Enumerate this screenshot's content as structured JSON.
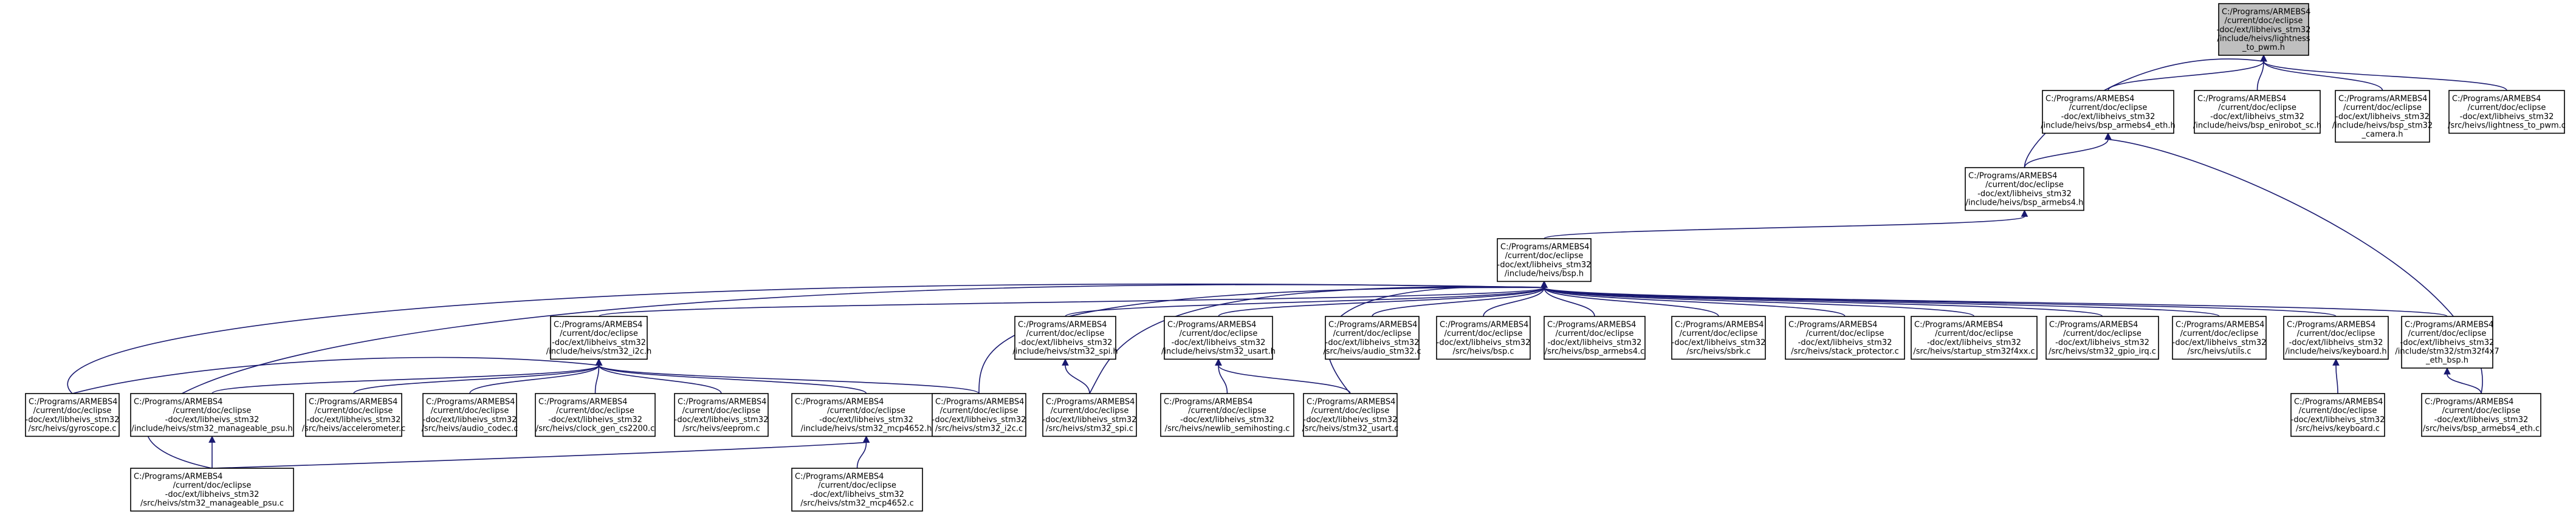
{
  "nodes": [
    {
      "id": "lightness",
      "lines": [
        "C:/Programs/ARMEBS4",
        "/current/doc/eclipse",
        "-doc/ext/libheivs_stm32",
        "/include/heivs/lightness",
        "_to_pwm.h"
      ],
      "highlight": true
    },
    {
      "id": "bsp_armebs4_eth_h",
      "lines": [
        "C:/Programs/ARMEBS4",
        "/current/doc/eclipse",
        "-doc/ext/libheivs_stm32",
        "/include/heivs/bsp_armebs4_eth.h"
      ]
    },
    {
      "id": "bsp_enirobot_sc_h",
      "lines": [
        "C:/Programs/ARMEBS4",
        "/current/doc/eclipse",
        "-doc/ext/libheivs_stm32",
        "/include/heivs/bsp_enirobot_sc.h"
      ]
    },
    {
      "id": "bsp_stm32_camera_h",
      "lines": [
        "C:/Programs/ARMEBS4",
        "/current/doc/eclipse",
        "-doc/ext/libheivs_stm32",
        "/include/heivs/bsp_stm32",
        "_camera.h"
      ]
    },
    {
      "id": "lightness_c",
      "lines": [
        "C:/Programs/ARMEBS4",
        "/current/doc/eclipse",
        "-doc/ext/libheivs_stm32",
        "/src/heivs/lightness_to_pwm.c"
      ]
    },
    {
      "id": "bsp_armebs4_h",
      "lines": [
        "C:/Programs/ARMEBS4",
        "/current/doc/eclipse",
        "-doc/ext/libheivs_stm32",
        "/include/heivs/bsp_armebs4.h"
      ]
    },
    {
      "id": "bsp_h",
      "lines": [
        "C:/Programs/ARMEBS4",
        "/current/doc/eclipse",
        "-doc/ext/libheivs_stm32",
        "/include/heivs/bsp.h"
      ]
    },
    {
      "id": "stm32_i2c_h",
      "lines": [
        "C:/Programs/ARMEBS4",
        "/current/doc/eclipse",
        "-doc/ext/libheivs_stm32",
        "/include/heivs/stm32_i2c.h"
      ]
    },
    {
      "id": "stm32_spi_h",
      "lines": [
        "C:/Programs/ARMEBS4",
        "/current/doc/eclipse",
        "-doc/ext/libheivs_stm32",
        "/include/heivs/stm32_spi.h"
      ]
    },
    {
      "id": "stm32_usart_h",
      "lines": [
        "C:/Programs/ARMEBS4",
        "/current/doc/eclipse",
        "-doc/ext/libheivs_stm32",
        "/include/heivs/stm32_usart.h"
      ]
    },
    {
      "id": "audio_stm32_c",
      "lines": [
        "C:/Programs/ARMEBS4",
        "/current/doc/eclipse",
        "-doc/ext/libheivs_stm32",
        "/src/heivs/audio_stm32.c"
      ]
    },
    {
      "id": "bsp_c",
      "lines": [
        "C:/Programs/ARMEBS4",
        "/current/doc/eclipse",
        "-doc/ext/libheivs_stm32",
        "/src/heivs/bsp.c"
      ]
    },
    {
      "id": "bsp_armebs4_c",
      "lines": [
        "C:/Programs/ARMEBS4",
        "/current/doc/eclipse",
        "-doc/ext/libheivs_stm32",
        "/src/heivs/bsp_armebs4.c"
      ]
    },
    {
      "id": "sbrk_c",
      "lines": [
        "C:/Programs/ARMEBS4",
        "/current/doc/eclipse",
        "-doc/ext/libheivs_stm32",
        "/src/heivs/sbrk.c"
      ]
    },
    {
      "id": "stack_protector_c",
      "lines": [
        "C:/Programs/ARMEBS4",
        "/current/doc/eclipse",
        "-doc/ext/libheivs_stm32",
        "/src/heivs/stack_protector.c"
      ]
    },
    {
      "id": "startup_c",
      "lines": [
        "C:/Programs/ARMEBS4",
        "/current/doc/eclipse",
        "-doc/ext/libheivs_stm32",
        "/src/heivs/startup_stm32f4xx.c"
      ]
    },
    {
      "id": "gpio_irq_c",
      "lines": [
        "C:/Programs/ARMEBS4",
        "/current/doc/eclipse",
        "-doc/ext/libheivs_stm32",
        "/src/heivs/stm32_gpio_irq.c"
      ]
    },
    {
      "id": "utils_c",
      "lines": [
        "C:/Programs/ARMEBS4",
        "/current/doc/eclipse",
        "-doc/ext/libheivs_stm32",
        "/src/heivs/utils.c"
      ]
    },
    {
      "id": "keyboard_h",
      "lines": [
        "C:/Programs/ARMEBS4",
        "/current/doc/eclipse",
        "-doc/ext/libheivs_stm32",
        "/include/heivs/keyboard.h"
      ]
    },
    {
      "id": "stm32f4x7_eth_bsp_h",
      "lines": [
        "C:/Programs/ARMEBS4",
        "/current/doc/eclipse",
        "-doc/ext/libheivs_stm32",
        "/include/stm32/stm32f4x7",
        "_eth_bsp.h"
      ]
    },
    {
      "id": "gyroscope_c",
      "lines": [
        "C:/Programs/ARMEBS4",
        "/current/doc/eclipse",
        "-doc/ext/libheivs_stm32",
        "/src/heivs/gyroscope.c"
      ]
    },
    {
      "id": "manageable_psu_h",
      "lines": [
        "C:/Programs/ARMEBS4",
        "/current/doc/eclipse",
        "-doc/ext/libheivs_stm32",
        "/include/heivs/stm32_manageable_psu.h"
      ]
    },
    {
      "id": "accelerometer_c",
      "lines": [
        "C:/Programs/ARMEBS4",
        "/current/doc/eclipse",
        "-doc/ext/libheivs_stm32",
        "/src/heivs/accelerometer.c"
      ]
    },
    {
      "id": "audio_codec_c",
      "lines": [
        "C:/Programs/ARMEBS4",
        "/current/doc/eclipse",
        "-doc/ext/libheivs_stm32",
        "/src/heivs/audio_codec.c"
      ]
    },
    {
      "id": "clock_gen_c",
      "lines": [
        "C:/Programs/ARMEBS4",
        "/current/doc/eclipse",
        "-doc/ext/libheivs_stm32",
        "/src/heivs/clock_gen_cs2200.c"
      ]
    },
    {
      "id": "eeprom_c",
      "lines": [
        "C:/Programs/ARMEBS4",
        "/current/doc/eclipse",
        "-doc/ext/libheivs_stm32",
        "/src/heivs/eeprom.c"
      ]
    },
    {
      "id": "mcp4652_h",
      "lines": [
        "C:/Programs/ARMEBS4",
        "/current/doc/eclipse",
        "-doc/ext/libheivs_stm32",
        "/include/heivs/stm32_mcp4652.h"
      ]
    },
    {
      "id": "stm32_i2c_c",
      "lines": [
        "C:/Programs/ARMEBS4",
        "/current/doc/eclipse",
        "-doc/ext/libheivs_stm32",
        "/src/heivs/stm32_i2c.c"
      ]
    },
    {
      "id": "stm32_spi_c",
      "lines": [
        "C:/Programs/ARMEBS4",
        "/current/doc/eclipse",
        "-doc/ext/libheivs_stm32",
        "/src/heivs/stm32_spi.c"
      ]
    },
    {
      "id": "newlib_c",
      "lines": [
        "C:/Programs/ARMEBS4",
        "/current/doc/eclipse",
        "-doc/ext/libheivs_stm32",
        "/src/heivs/newlib_semihosting.c"
      ]
    },
    {
      "id": "stm32_usart_c",
      "lines": [
        "C:/Programs/ARMEBS4",
        "/current/doc/eclipse",
        "-doc/ext/libheivs_stm32",
        "/src/heivs/stm32_usart.c"
      ]
    },
    {
      "id": "keyboard_c",
      "lines": [
        "C:/Programs/ARMEBS4",
        "/current/doc/eclipse",
        "-doc/ext/libheivs_stm32",
        "/src/heivs/keyboard.c"
      ]
    },
    {
      "id": "bsp_armebs4_eth_c",
      "lines": [
        "C:/Programs/ARMEBS4",
        "/current/doc/eclipse",
        "-doc/ext/libheivs_stm32",
        "/src/heivs/bsp_armebs4_eth.c"
      ]
    },
    {
      "id": "manageable_psu_c",
      "lines": [
        "C:/Programs/ARMEBS4",
        "/current/doc/eclipse",
        "-doc/ext/libheivs_stm32",
        "/src/heivs/stm32_manageable_psu.c"
      ]
    },
    {
      "id": "mcp4652_c",
      "lines": [
        "C:/Programs/ARMEBS4",
        "/current/doc/eclipse",
        "-doc/ext/libheivs_stm32",
        "/src/heivs/stm32_mcp4652.c"
      ]
    }
  ],
  "edges": [
    {
      "from": "bsp_armebs4_eth_h",
      "to": "lightness"
    },
    {
      "from": "bsp_enirobot_sc_h",
      "to": "lightness"
    },
    {
      "from": "bsp_stm32_camera_h",
      "to": "lightness"
    },
    {
      "from": "lightness_c",
      "to": "lightness"
    },
    {
      "from": "bsp_armebs4_h",
      "to": "lightness"
    },
    {
      "from": "bsp_armebs4_h",
      "to": "bsp_armebs4_eth_h"
    },
    {
      "from": "bsp_armebs4_eth_c",
      "to": "bsp_armebs4_eth_h"
    },
    {
      "from": "bsp_h",
      "to": "bsp_armebs4_h"
    },
    {
      "from": "stm32_i2c_h",
      "to": "bsp_h"
    },
    {
      "from": "stm32_spi_h",
      "to": "bsp_h"
    },
    {
      "from": "stm32_usart_h",
      "to": "bsp_h"
    },
    {
      "from": "audio_stm32_c",
      "to": "bsp_h"
    },
    {
      "from": "bsp_c",
      "to": "bsp_h"
    },
    {
      "from": "bsp_armebs4_c",
      "to": "bsp_h"
    },
    {
      "from": "sbrk_c",
      "to": "bsp_h"
    },
    {
      "from": "stack_protector_c",
      "to": "bsp_h"
    },
    {
      "from": "startup_c",
      "to": "bsp_h"
    },
    {
      "from": "gpio_irq_c",
      "to": "bsp_h"
    },
    {
      "from": "utils_c",
      "to": "bsp_h"
    },
    {
      "from": "keyboard_h",
      "to": "bsp_h"
    },
    {
      "from": "stm32f4x7_eth_bsp_h",
      "to": "bsp_h"
    },
    {
      "from": "gyroscope_c",
      "to": "bsp_h"
    },
    {
      "from": "stm32_i2c_c",
      "to": "bsp_h"
    },
    {
      "from": "stm32_spi_c",
      "to": "bsp_h"
    },
    {
      "from": "stm32_usart_c",
      "to": "bsp_h"
    },
    {
      "from": "manageable_psu_c",
      "to": "bsp_h"
    },
    {
      "from": "gyroscope_c",
      "to": "stm32_i2c_h"
    },
    {
      "from": "manageable_psu_h",
      "to": "stm32_i2c_h"
    },
    {
      "from": "accelerometer_c",
      "to": "stm32_i2c_h"
    },
    {
      "from": "audio_codec_c",
      "to": "stm32_i2c_h"
    },
    {
      "from": "clock_gen_c",
      "to": "stm32_i2c_h"
    },
    {
      "from": "eeprom_c",
      "to": "stm32_i2c_h"
    },
    {
      "from": "mcp4652_h",
      "to": "stm32_i2c_h"
    },
    {
      "from": "stm32_i2c_c",
      "to": "stm32_i2c_h"
    },
    {
      "from": "stm32_spi_c",
      "to": "stm32_spi_h"
    },
    {
      "from": "newlib_c",
      "to": "stm32_usart_h"
    },
    {
      "from": "stm32_usart_c",
      "to": "stm32_usart_h"
    },
    {
      "from": "keyboard_c",
      "to": "keyboard_h"
    },
    {
      "from": "bsp_armebs4_eth_c",
      "to": "stm32f4x7_eth_bsp_h"
    },
    {
      "from": "manageable_psu_c",
      "to": "manageable_psu_h"
    },
    {
      "from": "manageable_psu_c",
      "to": "mcp4652_h"
    },
    {
      "from": "mcp4652_c",
      "to": "mcp4652_h"
    }
  ]
}
